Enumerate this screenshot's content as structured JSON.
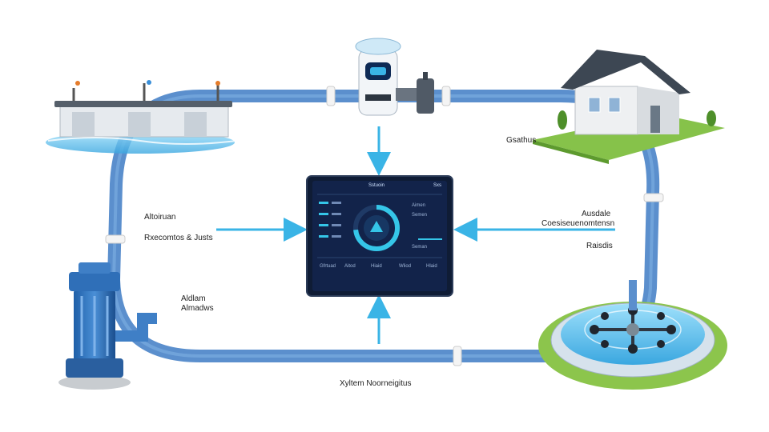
{
  "labels": {
    "top_right": "Gsathus",
    "left_1": "Altoiruan",
    "left_2": "Rxecomtos & Justs",
    "right_1": "Ausdale",
    "right_2": "Coesiseuenomtensn",
    "right_3": "Raisdis",
    "bottom_left_1": "Aldlam",
    "bottom_left_2": "Almadws",
    "bottom": "Xyltem Noorneigitus"
  },
  "dashboard": {
    "title": "Sstuoin",
    "corner_label": "Sxs",
    "stats": [
      "Gfrtuad",
      "Aitod",
      "Hiaid",
      "Wliod",
      "Hlaid"
    ],
    "readouts": [
      "Aimen",
      "Semen",
      "Seman"
    ],
    "accent_color": "#35c6e8",
    "panel_color": "#0f1c35"
  },
  "colors": {
    "pipe": "#5b8fcd",
    "pipe_dark": "#3f6fae",
    "arrow": "#3ab4e6",
    "water": "#6cc6ef",
    "grass": "#7fbf3f",
    "pump": "#2f6fb8"
  }
}
